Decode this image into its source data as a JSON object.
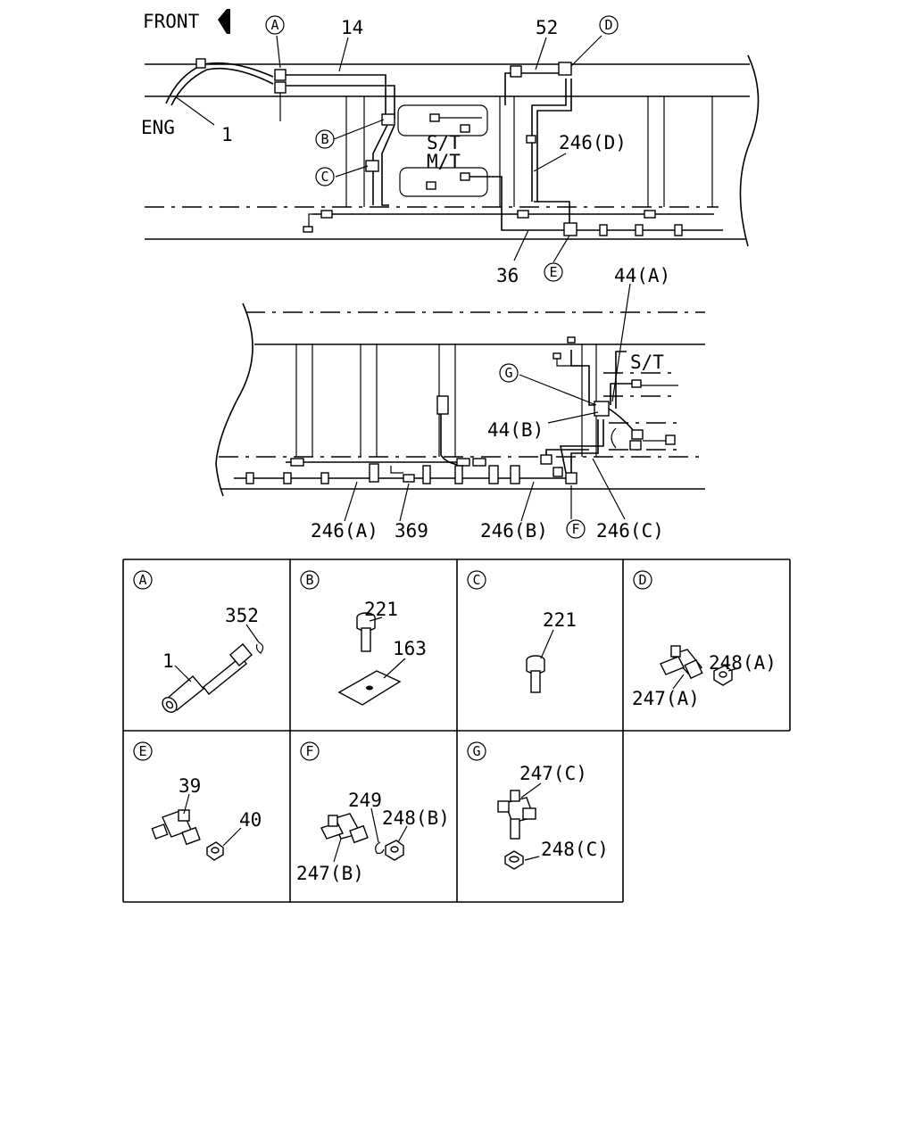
{
  "upper": {
    "front": "FRONT",
    "eng": "ENG",
    "st": "S/T",
    "mt": "M/T",
    "labels": {
      "p1": "1",
      "p14": "14",
      "p52": "52",
      "p246d": "246(D)",
      "p36": "36"
    },
    "circles": {
      "a": "A",
      "b": "B",
      "c": "C",
      "d": "D",
      "e": "E"
    }
  },
  "lower": {
    "st": "S/T",
    "labels": {
      "p44a": "44(A)",
      "p44b": "44(B)",
      "p246a": "246(A)",
      "p369": "369",
      "p246b": "246(B)",
      "p246c": "246(C)"
    },
    "circles": {
      "g": "G",
      "f": "F"
    }
  },
  "details": [
    {
      "key": "A",
      "parts": [
        "352",
        "1"
      ]
    },
    {
      "key": "B",
      "parts": [
        "221",
        "163"
      ]
    },
    {
      "key": "C",
      "parts": [
        "221"
      ]
    },
    {
      "key": "D",
      "parts": [
        "248(A)",
        "247(A)"
      ]
    },
    {
      "key": "E",
      "parts": [
        "39",
        "40"
      ]
    },
    {
      "key": "F",
      "parts": [
        "249",
        "248(B)",
        "247(B)"
      ]
    },
    {
      "key": "G",
      "parts": [
        "247(C)",
        "248(C)"
      ]
    }
  ]
}
